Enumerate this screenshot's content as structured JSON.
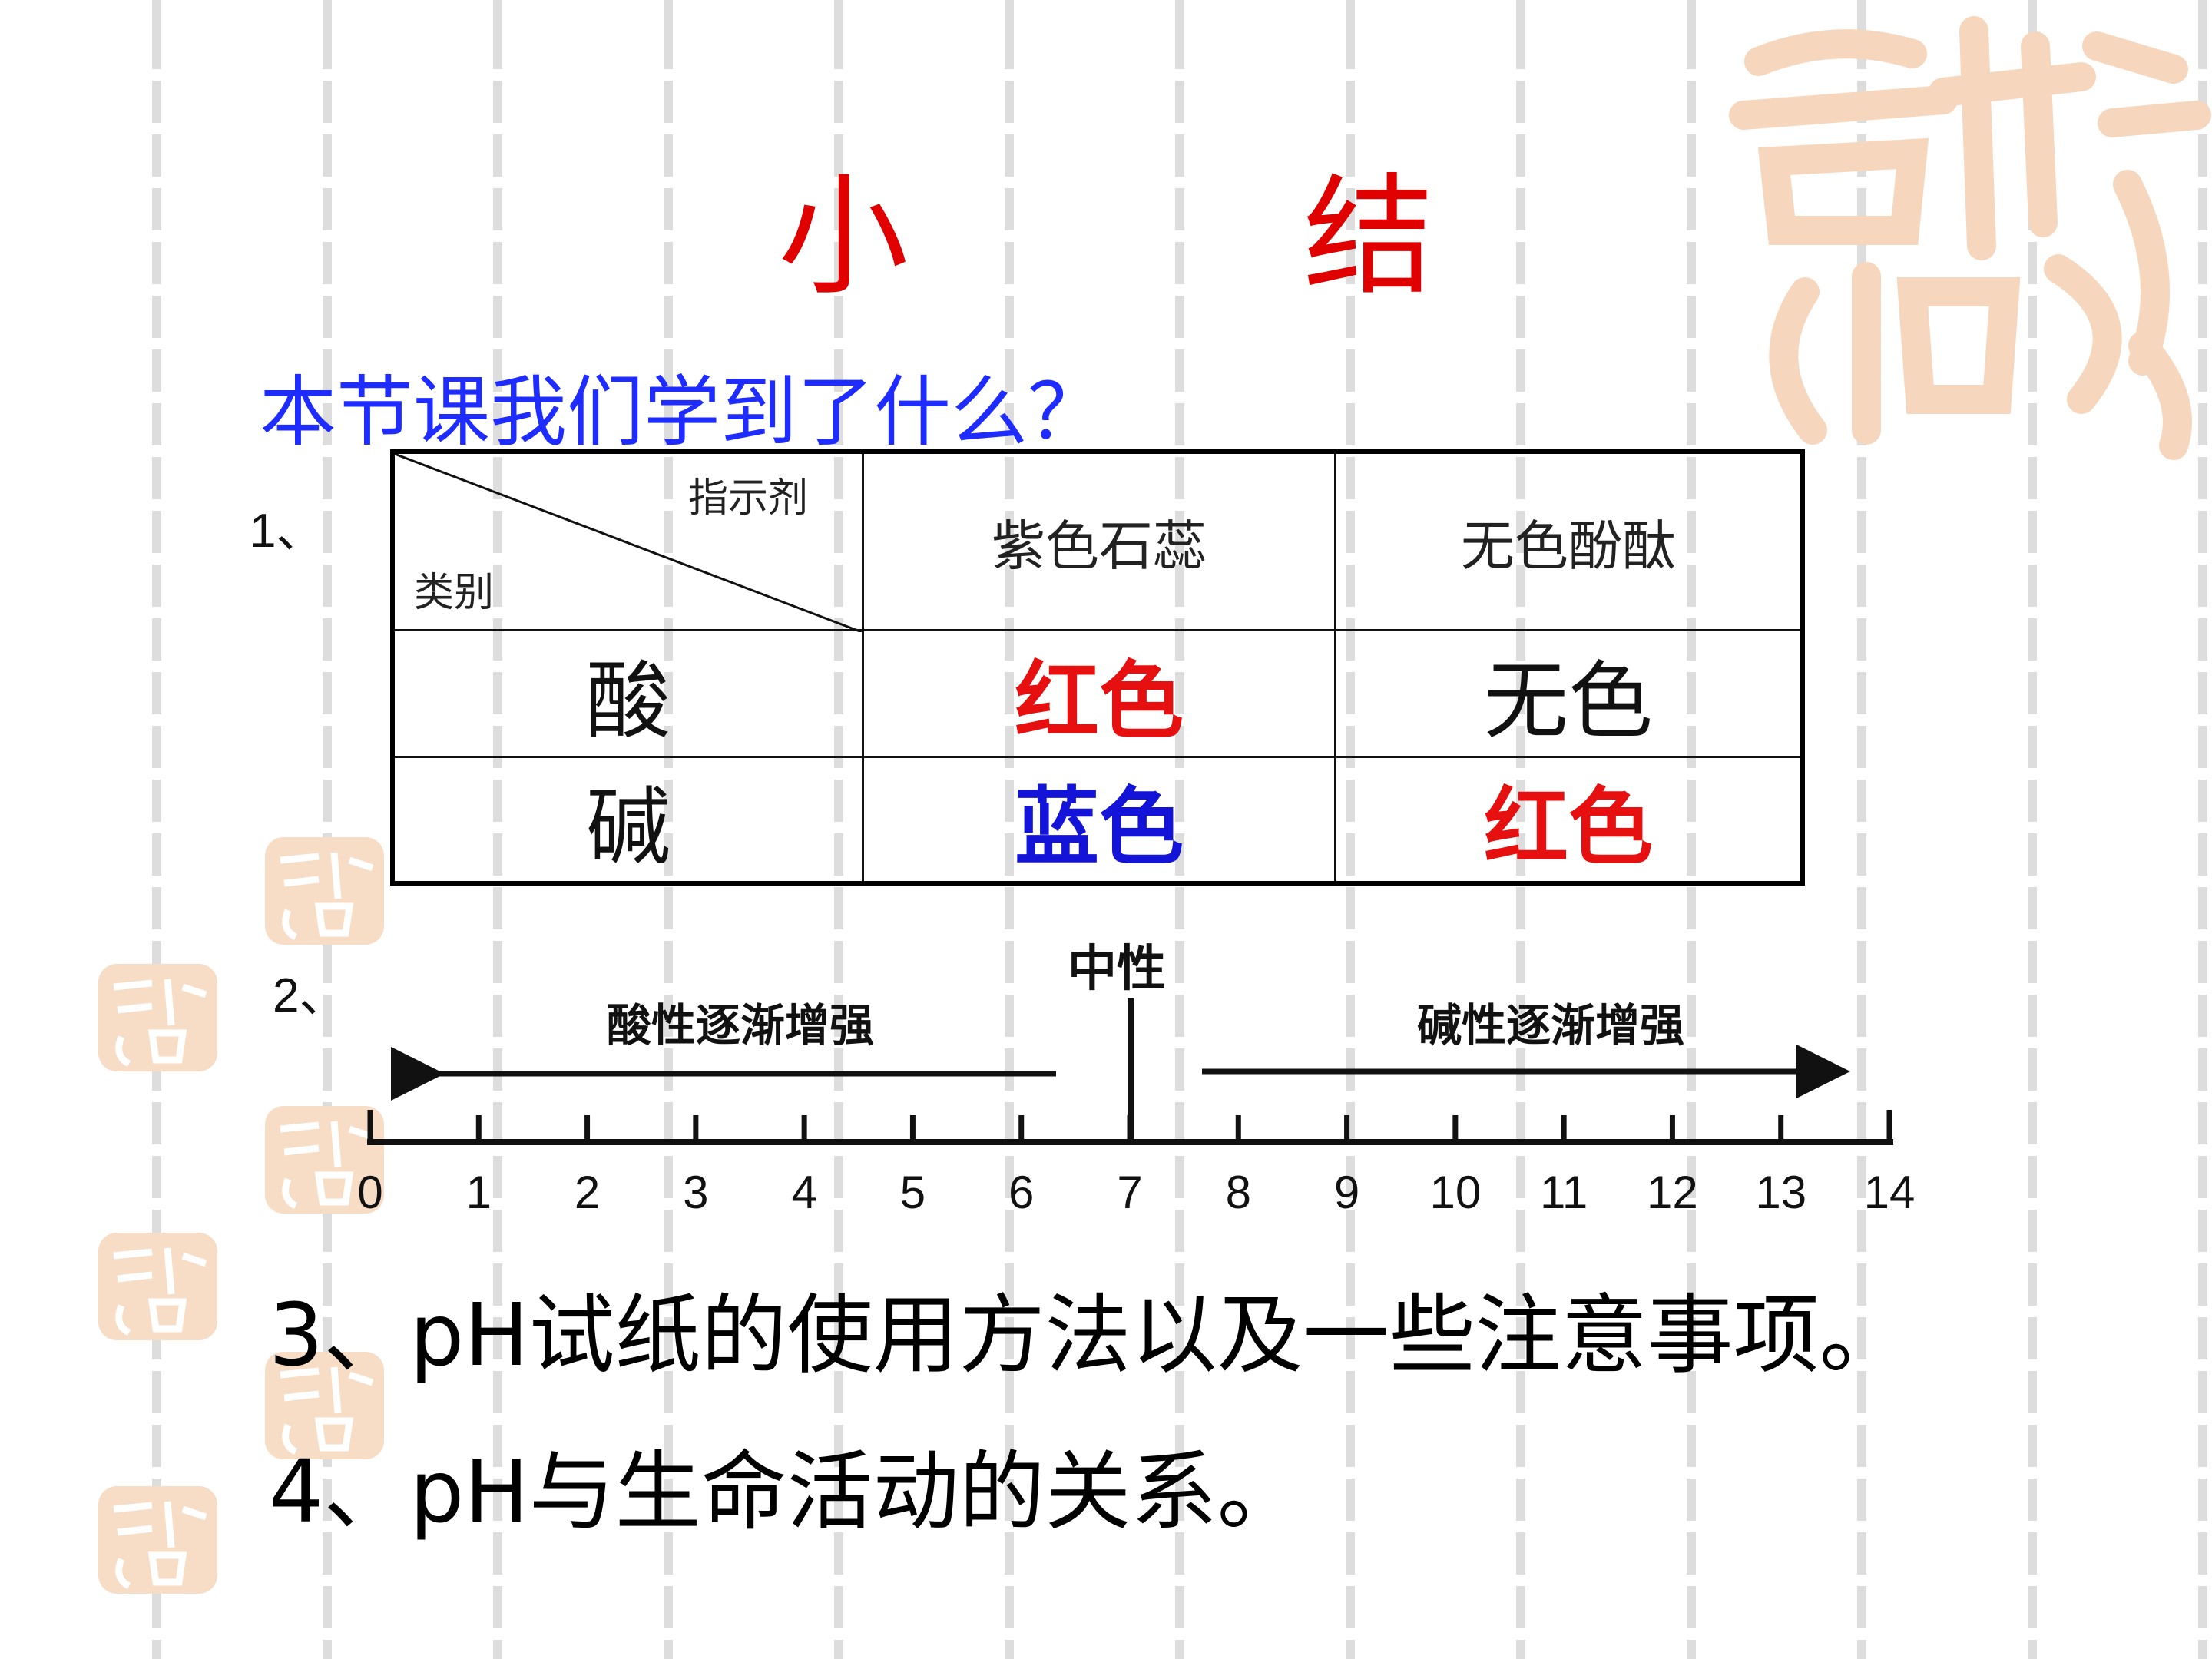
{
  "title": "小 结",
  "subtitle": "本节课我们学到了什么？",
  "section1": {
    "number": "1、",
    "table": {
      "corner_top": "指示剂",
      "corner_bottom": "类别",
      "headers": [
        "紫色石蕊",
        "无色酚酞"
      ],
      "rows": [
        {
          "category": "酸",
          "litmus": "红色",
          "phenolphthalein": "无色"
        },
        {
          "category": "碱",
          "litmus": "蓝色",
          "phenolphthalein": "红色"
        }
      ]
    }
  },
  "section2": {
    "number": "2、",
    "neutral": "中性",
    "acid_label": "酸性逐渐增强",
    "base_label": "碱性逐渐增强",
    "ticks": [
      "0",
      "1",
      "2",
      "3",
      "4",
      "5",
      "6",
      "7",
      "8",
      "9",
      "10",
      "11",
      "12",
      "13",
      "14"
    ]
  },
  "items": [
    "3、pH试纸的使用方法以及一些注意事项。",
    "4、pH与生命活动的关系。"
  ],
  "colors": {
    "title": "#e00000",
    "subtitle": "#1f2cff",
    "red": "#e61010",
    "blue": "#1414d8"
  }
}
